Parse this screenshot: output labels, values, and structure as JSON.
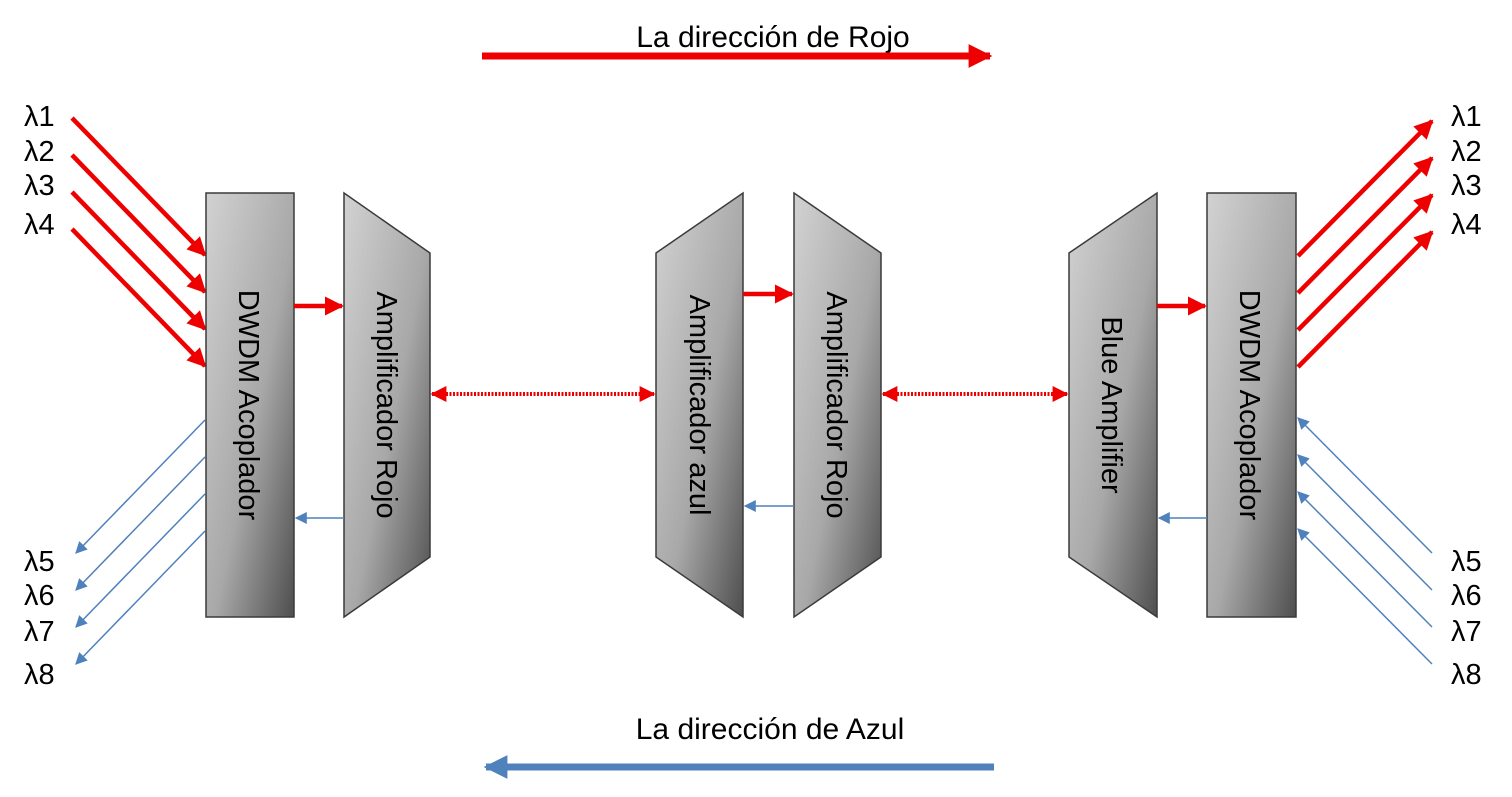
{
  "directions": {
    "red": "La dirección de Rojo",
    "blue": "La dirección de Azul"
  },
  "left_lambdas": {
    "inputs": [
      "λ1",
      "λ2",
      "λ3",
      "λ4"
    ],
    "outputs": [
      "λ5",
      "λ6",
      "λ7",
      "λ8"
    ]
  },
  "right_lambdas": {
    "outputs": [
      "λ1",
      "λ2",
      "λ3",
      "λ4"
    ],
    "inputs": [
      "λ5",
      "λ6",
      "λ7",
      "λ8"
    ]
  },
  "blocks": {
    "left_coupler": "DWDM Acoplador",
    "left_red_amp": "Amplificador Rojo",
    "mid_blue_amp": "Amplificador azul",
    "mid_red_amp": "Amplificador Rojo",
    "right_blue_amp": "Blue Amplifier",
    "right_coupler": "DWDM Acoplador"
  },
  "colors": {
    "red": "#ee0000",
    "blue": "#4f81bd",
    "block_light": "#d0d0d0",
    "block_dark": "#5a5a5a"
  }
}
